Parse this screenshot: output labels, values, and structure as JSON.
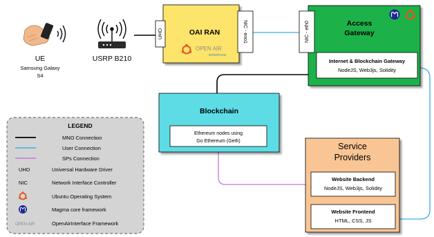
{
  "ue": {
    "label": "UE",
    "sublabel1": "Samsung Galaxy",
    "sublabel2": "S4"
  },
  "usrp": {
    "label": "USRP B210"
  },
  "oai_ran": {
    "title": "OAI RAN",
    "uhd_port": "UHD",
    "nic_port": "NIC - eno1",
    "logo_text": "OPEN AIR",
    "logo_subtext": "INTERFACE"
  },
  "access_gateway": {
    "title1": "Access",
    "title2": "Gateway",
    "nic_port": "NIC - eth0"
  },
  "internet_gateway": {
    "title": "Internet & Blockchain Gateway",
    "tech": "NodeJS, Web3js, Solidity"
  },
  "blockchain": {
    "title": "Blockchain",
    "inner1": "Ethereum nodes using",
    "inner2": "Go Ethereum (Geth)"
  },
  "service_providers": {
    "title1": "Service",
    "title2": "Providers",
    "backend_title": "Website Backend",
    "backend_tech": "NodeJS, Web3js, Solidity",
    "frontend_title": "Website Frontend",
    "frontend_tech": "HTML, CSS, JS"
  },
  "legend": {
    "title": "LEGEND",
    "items": [
      {
        "symbol": "",
        "label": "MNO Connection"
      },
      {
        "symbol": "",
        "label": "User Connection"
      },
      {
        "symbol": "",
        "label": "SPs Connection"
      },
      {
        "symbol": "UHD",
        "label": "Universal Hardware Driver"
      },
      {
        "symbol": "NIC",
        "label": "Network Interface Controller"
      },
      {
        "symbol": "",
        "label": "Ubuntu Operating System"
      },
      {
        "symbol": "",
        "label": "Magma core framework"
      },
      {
        "symbol": "OPEN AIR",
        "label": "OpenAirInterface Framework"
      }
    ]
  },
  "colors": {
    "mno": "#000000",
    "user": "#3aaee0",
    "sps": "#c775e0",
    "oai_fill": "#fde46b",
    "gateway_fill": "#1fb24a",
    "blockchain_fill": "#5ddce5",
    "sp_fill": "#f9c594",
    "ubuntu": "#e95420",
    "magma": "#1f2a8c"
  }
}
